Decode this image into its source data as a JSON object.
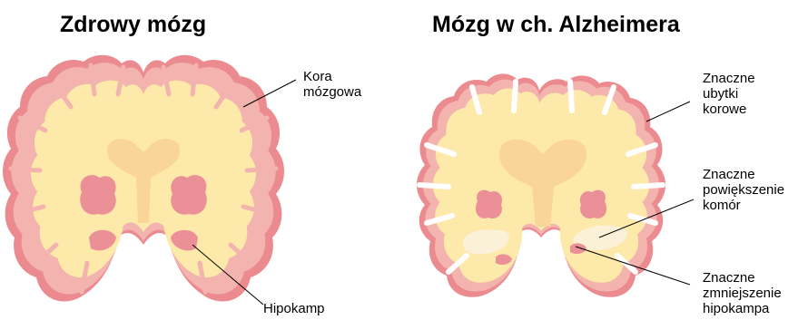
{
  "titles": {
    "healthy": "Zdrowy mózg",
    "alzheimer": "Mózg w ch. Alzheimera"
  },
  "labels": {
    "cortex": [
      "Kora",
      "mózgowa"
    ],
    "hippocampus": "Hipokamp",
    "cortical_loss": [
      "Znaczne",
      "ubytki",
      "korowe"
    ],
    "ventricles": [
      "Znaczne",
      "powiększenie",
      "komór"
    ],
    "hippocampus_shrink": [
      "Znaczne",
      "zmniejszenie",
      "hipokampa"
    ]
  },
  "colors": {
    "outer_cortex": "#ec8b8f",
    "cortex_pink": "#f3b3ae",
    "white_matter": "#fde9a9",
    "ventricle": "#fad59a",
    "hippocampus": "#ec9098",
    "enlarged_ventricle": "#fbf1d8"
  }
}
